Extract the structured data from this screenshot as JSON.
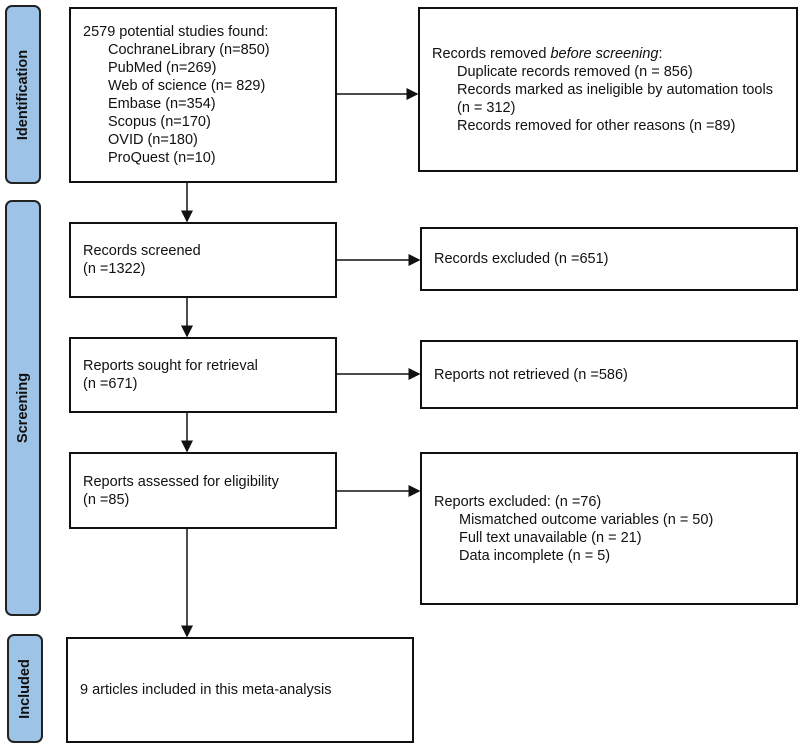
{
  "stages": {
    "identification": "Identification",
    "screening": "Screening",
    "included": "Included"
  },
  "identification": {
    "title": "2579 potential studies found:",
    "sources": [
      "CochraneLibrary (n=850)",
      "PubMed (n=269)",
      "Web of science (n= 829)",
      "Embase (n=354)",
      "Scopus (n=170)",
      "OVID (n=180)",
      "ProQuest  (n=10)"
    ]
  },
  "removed": {
    "title_prefix": "Records removed ",
    "title_italic": "before screening",
    "title_suffix": ":",
    "items": [
      "Duplicate records removed (n = 856)",
      "Records marked as ineligible by automation tools (n = 312)",
      "Records removed for other reasons (n =89)"
    ]
  },
  "screened": {
    "label": "Records screened",
    "count": "(n =1322)"
  },
  "excluded_records": "Records excluded (n =651)",
  "sought": {
    "label": "Reports sought for retrieval",
    "count": "(n =671)"
  },
  "not_retrieved": "Reports not retrieved (n =586)",
  "assessed": {
    "label": "Reports assessed for eligibility",
    "count": "(n =85)"
  },
  "reports_excluded": {
    "title": "Reports excluded: (n =76)",
    "items": [
      "Mismatched outcome variables (n = 50)",
      "Full text unavailable (n = 21)",
      "Data incomplete (n = 5)"
    ]
  },
  "included": "9 articles included in this meta-analysis",
  "colors": {
    "stage_fill": "#9dc3e6",
    "border": "#111111"
  }
}
